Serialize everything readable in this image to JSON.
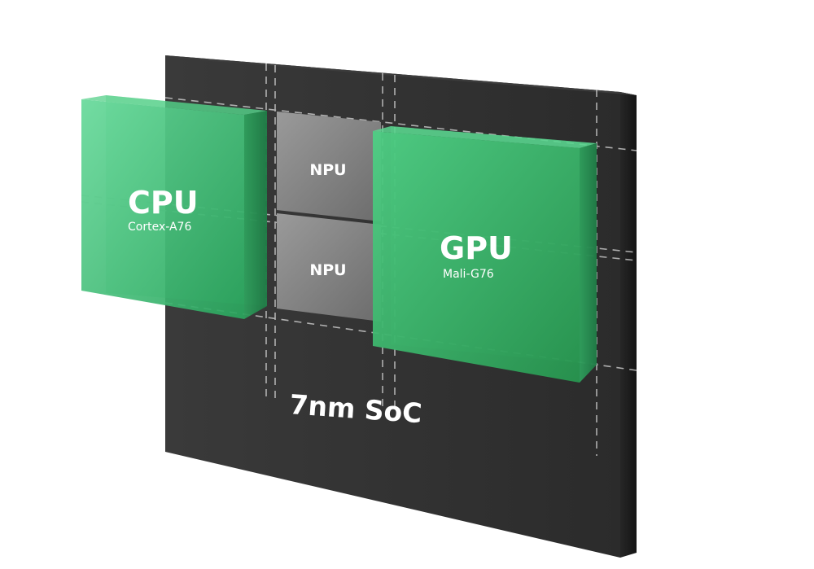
{
  "diagram": {
    "soc_label": "7nm SoC",
    "cpu": {
      "title": "CPU",
      "subtitle": "Cortex-A76"
    },
    "gpu": {
      "title": "GPU",
      "subtitle": "Mali-G76"
    },
    "npu_units": [
      {
        "label": "NPU"
      },
      {
        "label": "NPU"
      }
    ],
    "colors": {
      "board": "#2f2f2f",
      "board_edge": "#1c1c1c",
      "green": "#3fbf73",
      "green_dark": "#1f8a4c",
      "npu_gray": "#7a7a7a",
      "dashed_line": "#cfcfcf",
      "label_text": "#ffffff"
    }
  }
}
